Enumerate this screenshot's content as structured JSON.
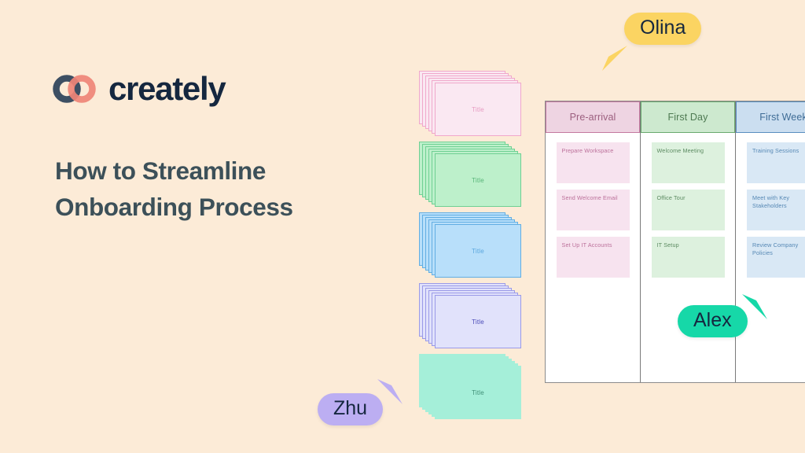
{
  "page": {
    "background_color": "#fcebd7"
  },
  "brand": {
    "logo_name": "creately-logo",
    "wordmark": "creately",
    "mark_color_left": "#3d4f63",
    "mark_color_right": "#ef8477",
    "wordmark_color": "#15273f"
  },
  "headline": {
    "line1": "How to Streamline",
    "line2": "Onboarding Process",
    "color": "#3c5059"
  },
  "stacks": [
    {
      "id": "stack-pink",
      "label": "Title",
      "fill": "#fae8f2",
      "border": "#f0a8cb",
      "text": "#e79cc2",
      "bordered": true,
      "sheets": 6
    },
    {
      "id": "stack-green",
      "label": "Title",
      "fill": "#bdf0cb",
      "border": "#6fd093",
      "text": "#57b579",
      "bordered": true,
      "sheets": 6
    },
    {
      "id": "stack-blue",
      "label": "Title",
      "fill": "#b8dffa",
      "border": "#62aee3",
      "text": "#5aa6dd",
      "bordered": true,
      "sheets": 6
    },
    {
      "id": "stack-purple",
      "label": "Title",
      "fill": "#e1e2fb",
      "border": "#9a9ae8",
      "text": "#4a4ab8",
      "bordered": true,
      "sheets": 6
    },
    {
      "id": "stack-teal",
      "label": "Title",
      "fill": "#a5efd9",
      "border": "#a5efd9",
      "text": "#3f8f77",
      "bordered": false,
      "sheets": 6
    }
  ],
  "board": {
    "name": "onboarding-kanban-board",
    "columns": [
      {
        "id": "column-pre-arrival",
        "header": "Pre-arrival",
        "header_fill": "#eed4e2",
        "header_border": "#c4799f",
        "header_text": "#9c5f7f",
        "card_fill": "#f7e3ef",
        "card_text": "#bb6f99",
        "cards": [
          {
            "title": "Prepare Workspace"
          },
          {
            "title": "Send Welcome Email"
          },
          {
            "title": "Set Up IT Accounts"
          }
        ]
      },
      {
        "id": "column-first-day",
        "header": "First Day",
        "header_fill": "#cde9cf",
        "header_border": "#6aaa6e",
        "header_text": "#4e7a52",
        "card_fill": "#ddf1de",
        "card_text": "#5b8a60",
        "cards": [
          {
            "title": "Welcome Meeting"
          },
          {
            "title": "Office Tour"
          },
          {
            "title": "IT Setup"
          }
        ]
      },
      {
        "id": "column-first-week",
        "header": "First Week",
        "header_fill": "#cbdef0",
        "header_border": "#5a8fc0",
        "header_text": "#3f6c96",
        "card_fill": "#d9e8f5",
        "card_text": "#5587b4",
        "cards": [
          {
            "title": "Training Sessions"
          },
          {
            "title": "Meet with Key Stakeholders"
          },
          {
            "title": "Review Company Policies"
          }
        ]
      }
    ]
  },
  "collaborators": [
    {
      "id": "cursor-olina",
      "name": "Olina",
      "color": "#fbd462",
      "arrow_direction": "down-left"
    },
    {
      "id": "cursor-alex",
      "name": "Alex",
      "color": "#16d8a8",
      "arrow_direction": "up-right"
    },
    {
      "id": "cursor-zhu",
      "name": "Zhu",
      "color": "#bcaef2",
      "arrow_direction": "up-right"
    }
  ]
}
